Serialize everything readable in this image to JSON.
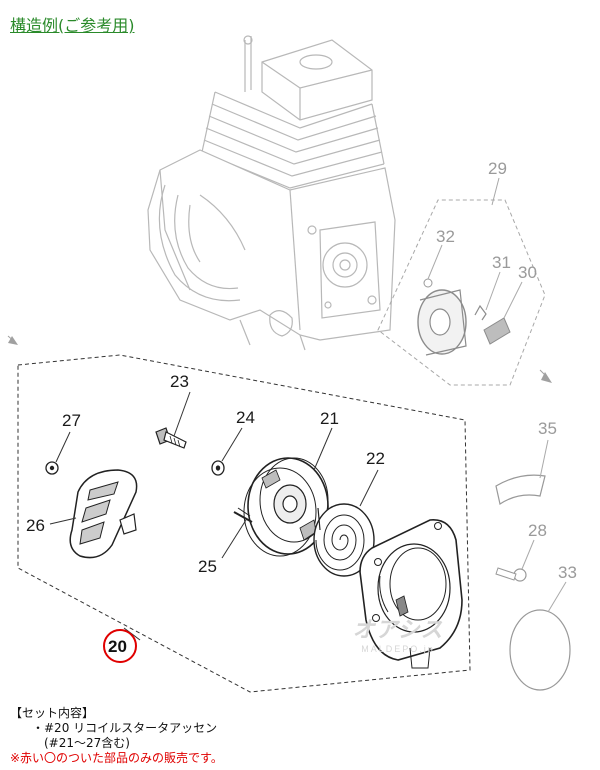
{
  "header": {
    "title": "構造例(ご参考用)"
  },
  "callouts": {
    "c20": "20",
    "c21": "21",
    "c22": "22",
    "c23": "23",
    "c24": "24",
    "c25": "25",
    "c26": "26",
    "c27": "27",
    "c28": "28",
    "c29": "29",
    "c30": "30",
    "c31": "31",
    "c32": "32",
    "c33": "33",
    "c35": "35"
  },
  "notes": {
    "set_contents": "【セット内容】",
    "item": "・#20 リコイルスタータアッセン",
    "includes": "(#21～27含む)",
    "warning": "※赤い〇のついた部品のみの販売です。"
  },
  "watermark": {
    "logo": "オアシス",
    "sub": "MALDEPO.jp"
  },
  "colors": {
    "title": "#2a8a2a",
    "warning": "#e00000",
    "highlight_circle": "#e00000"
  }
}
